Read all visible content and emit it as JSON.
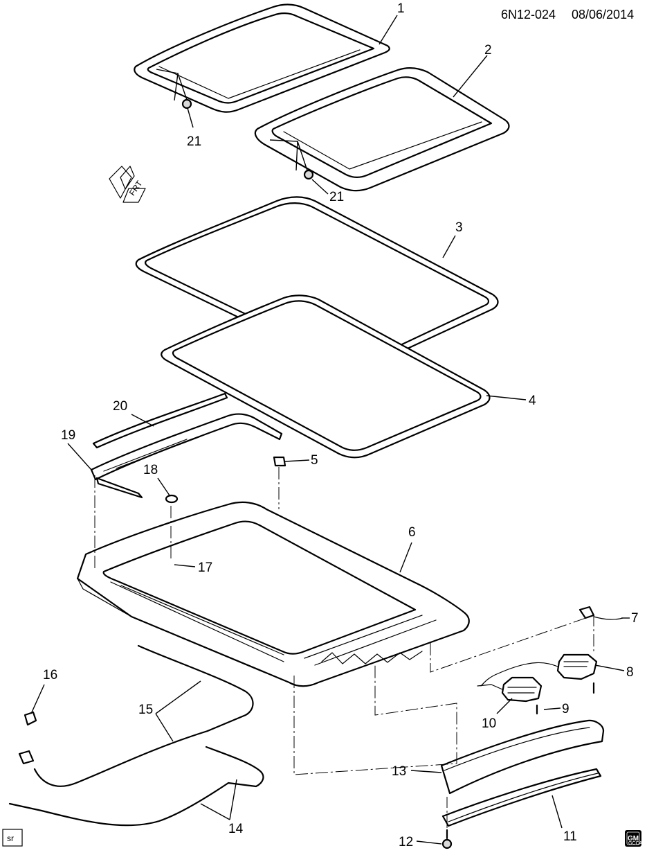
{
  "header": {
    "diagram_id": "6N12-024",
    "date": "08/06/2014"
  },
  "callouts": {
    "c1": "1",
    "c2": "2",
    "c3": "3",
    "c4": "4",
    "c5": "5",
    "c6": "6",
    "c7": "7",
    "c8": "8",
    "c9": "9",
    "c10": "10",
    "c11": "11",
    "c12": "12",
    "c13": "13",
    "c14": "14",
    "c15": "15",
    "c16": "16",
    "c17": "17",
    "c18": "18",
    "c19": "19",
    "c20": "20",
    "c21a": "21",
    "c21b": "21"
  },
  "front_indicator": {
    "label": "FRT"
  },
  "footer": {
    "sr_box": "sr",
    "logo": "GM",
    "logo_sub": "GCCA"
  }
}
